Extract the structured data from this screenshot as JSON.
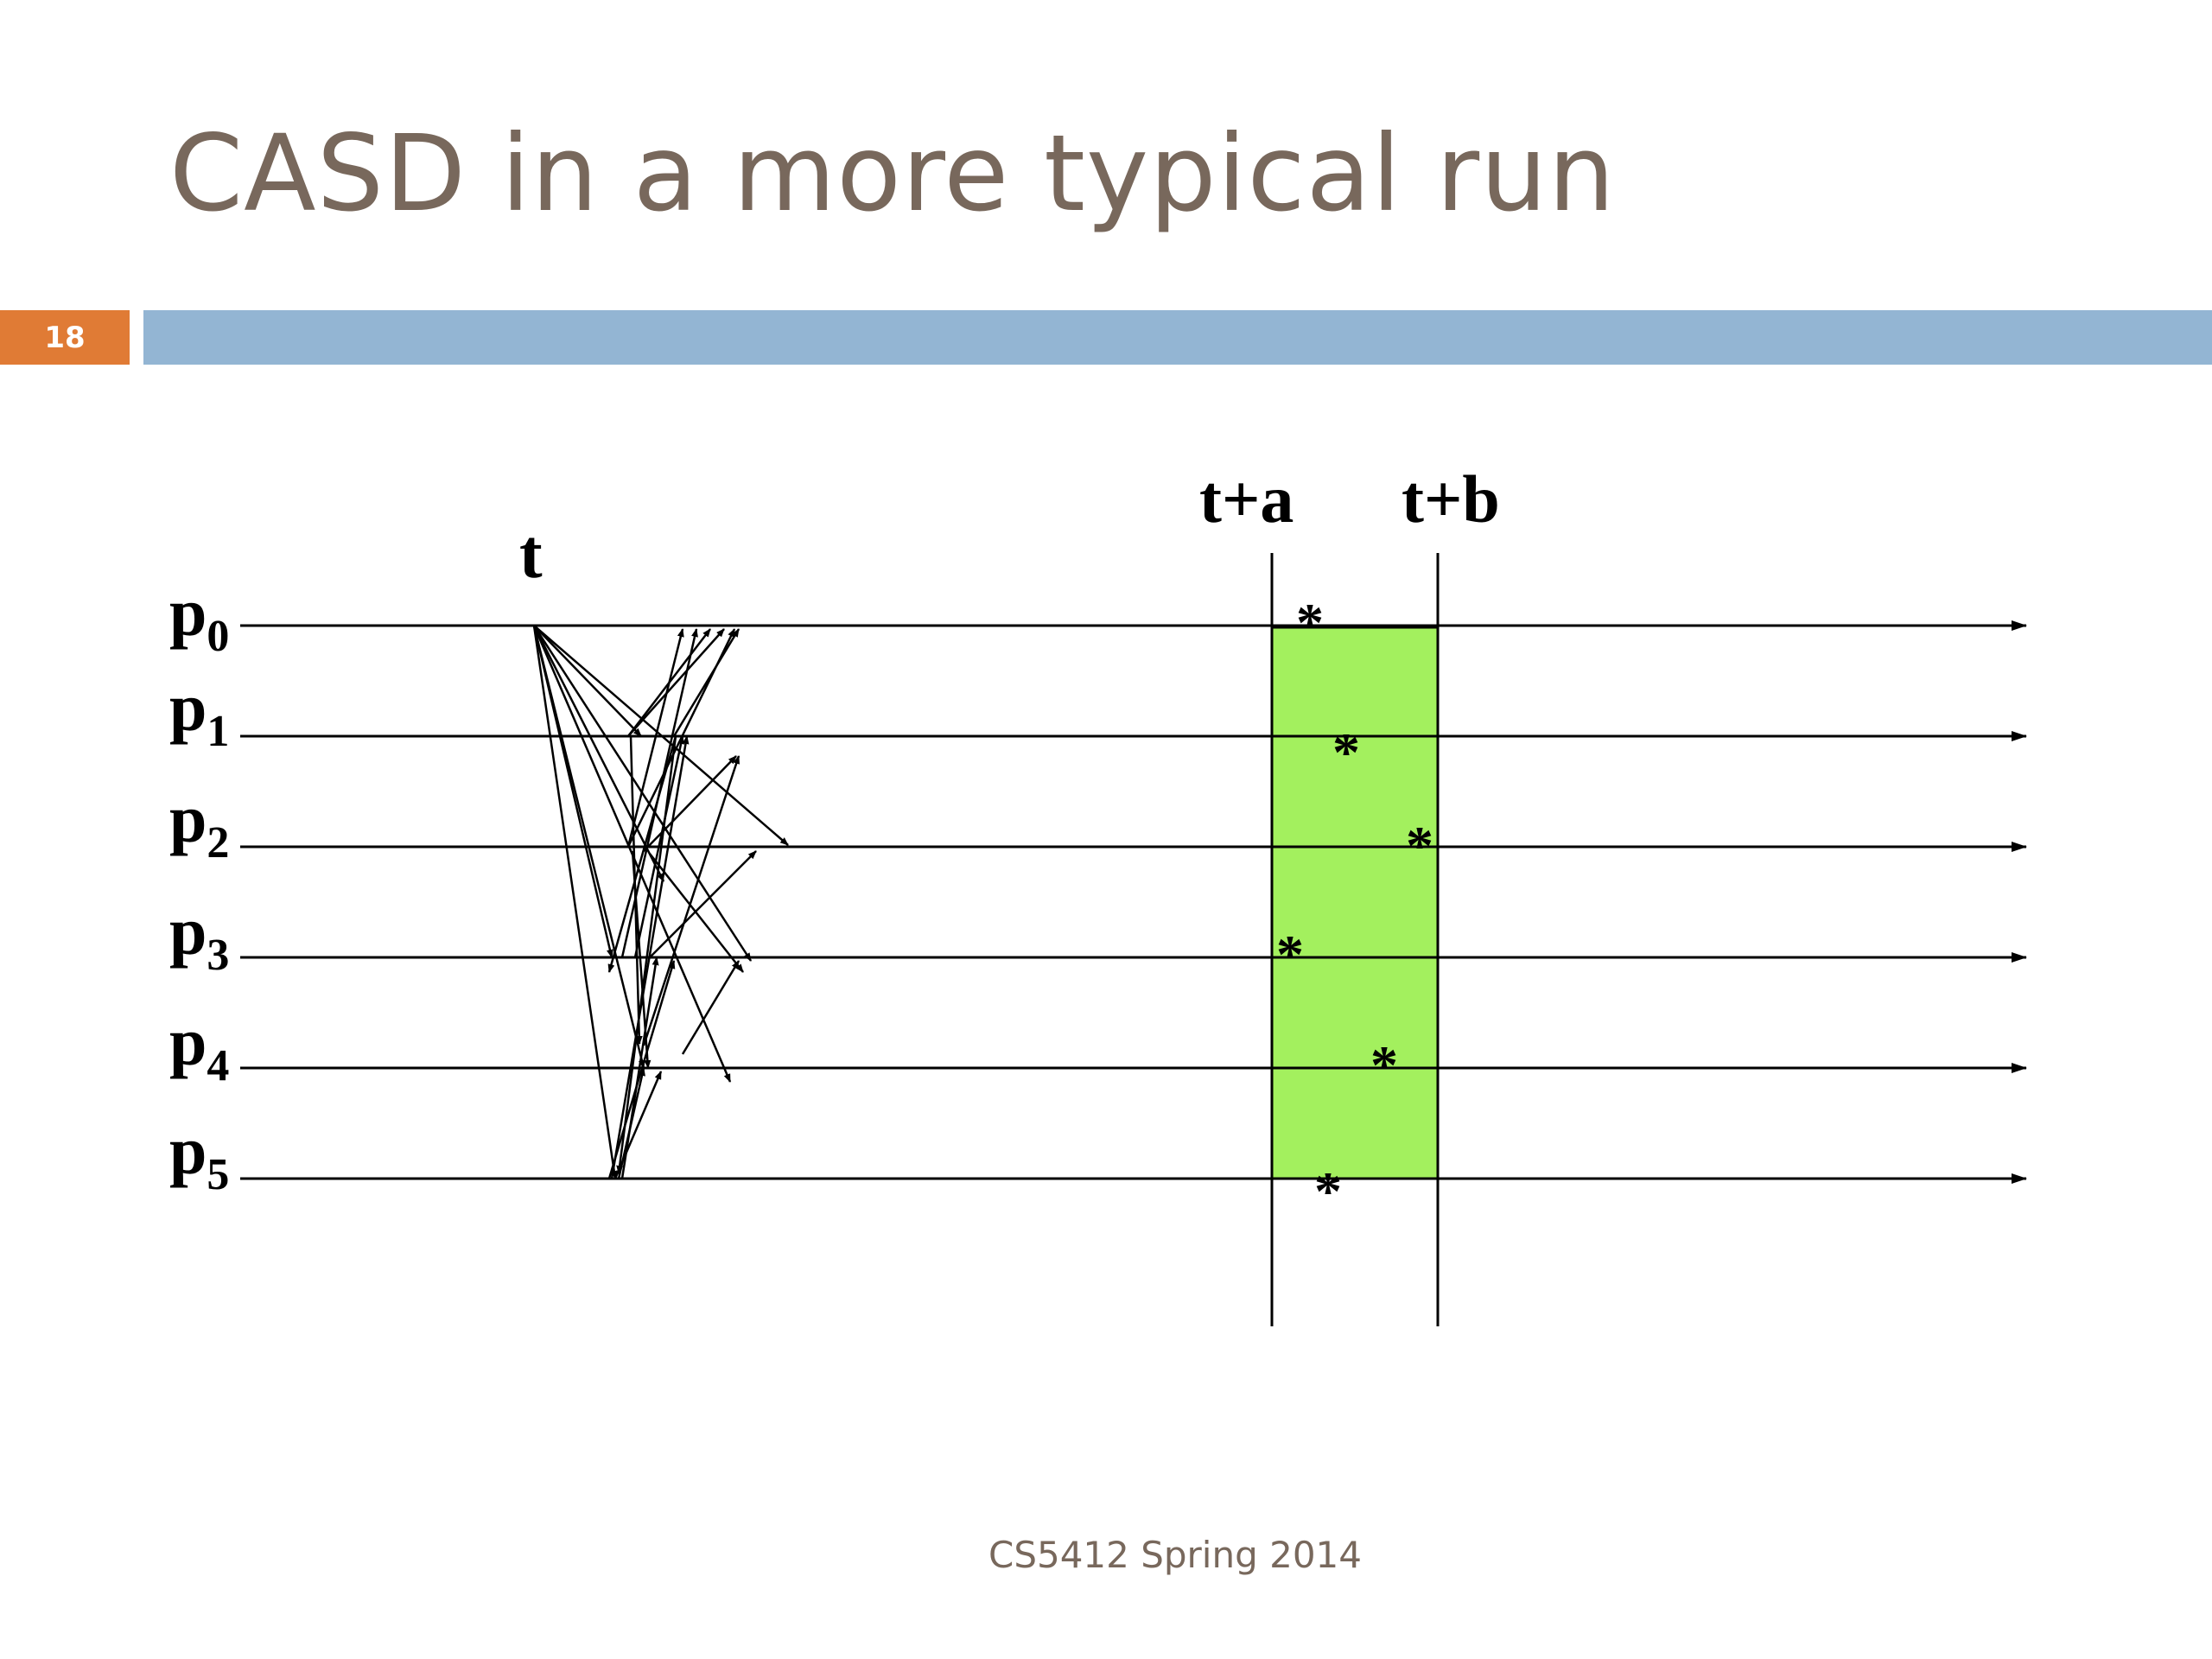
{
  "slide": {
    "title": "CASD in a more typical run",
    "number": "18",
    "footer": "CS5412 Spring 2014"
  },
  "diagram": {
    "processes": [
      {
        "name": "p",
        "sub": "0"
      },
      {
        "name": "p",
        "sub": "1"
      },
      {
        "name": "p",
        "sub": "2"
      },
      {
        "name": "p",
        "sub": "3"
      },
      {
        "name": "p",
        "sub": "4"
      },
      {
        "name": "p",
        "sub": "5"
      }
    ],
    "time_labels": {
      "t": "t",
      "t_plus_a": "t+a",
      "t_plus_b": "t+b"
    },
    "delivery_marker": "*",
    "colors": {
      "window_fill": "#a3f05e",
      "title": "#78685c",
      "accent_orange": "#e07b35",
      "accent_blue": "#93b5d3"
    }
  }
}
